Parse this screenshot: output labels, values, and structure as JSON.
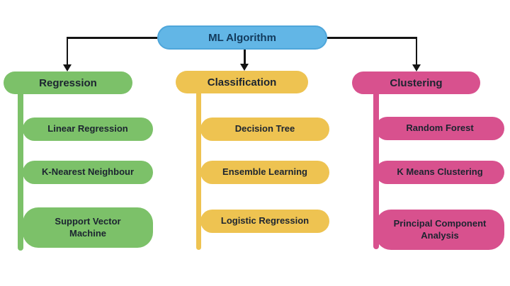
{
  "diagram": {
    "root": {
      "label": "ML Algorithm"
    },
    "branches": [
      {
        "label": "Regression",
        "color": "#7cc169",
        "items": [
          "Linear Regression",
          "K-Nearest Neighbour",
          "Support Vector Machine"
        ]
      },
      {
        "label": "Classification",
        "color": "#eec351",
        "items": [
          "Decision Tree",
          "Ensemble Learning",
          "Logistic Regression"
        ]
      },
      {
        "label": "Clustering",
        "color": "#d8518e",
        "items": [
          "Random Forest",
          "K Means Clustering",
          "Principal Component Analysis"
        ]
      }
    ],
    "colors": {
      "root_fill": "#62b6e6",
      "root_border": "#4ea6da",
      "root_text": "#123a5c",
      "node_text": "#1c2430",
      "connector": "#141414",
      "background": "#ffffff"
    }
  }
}
